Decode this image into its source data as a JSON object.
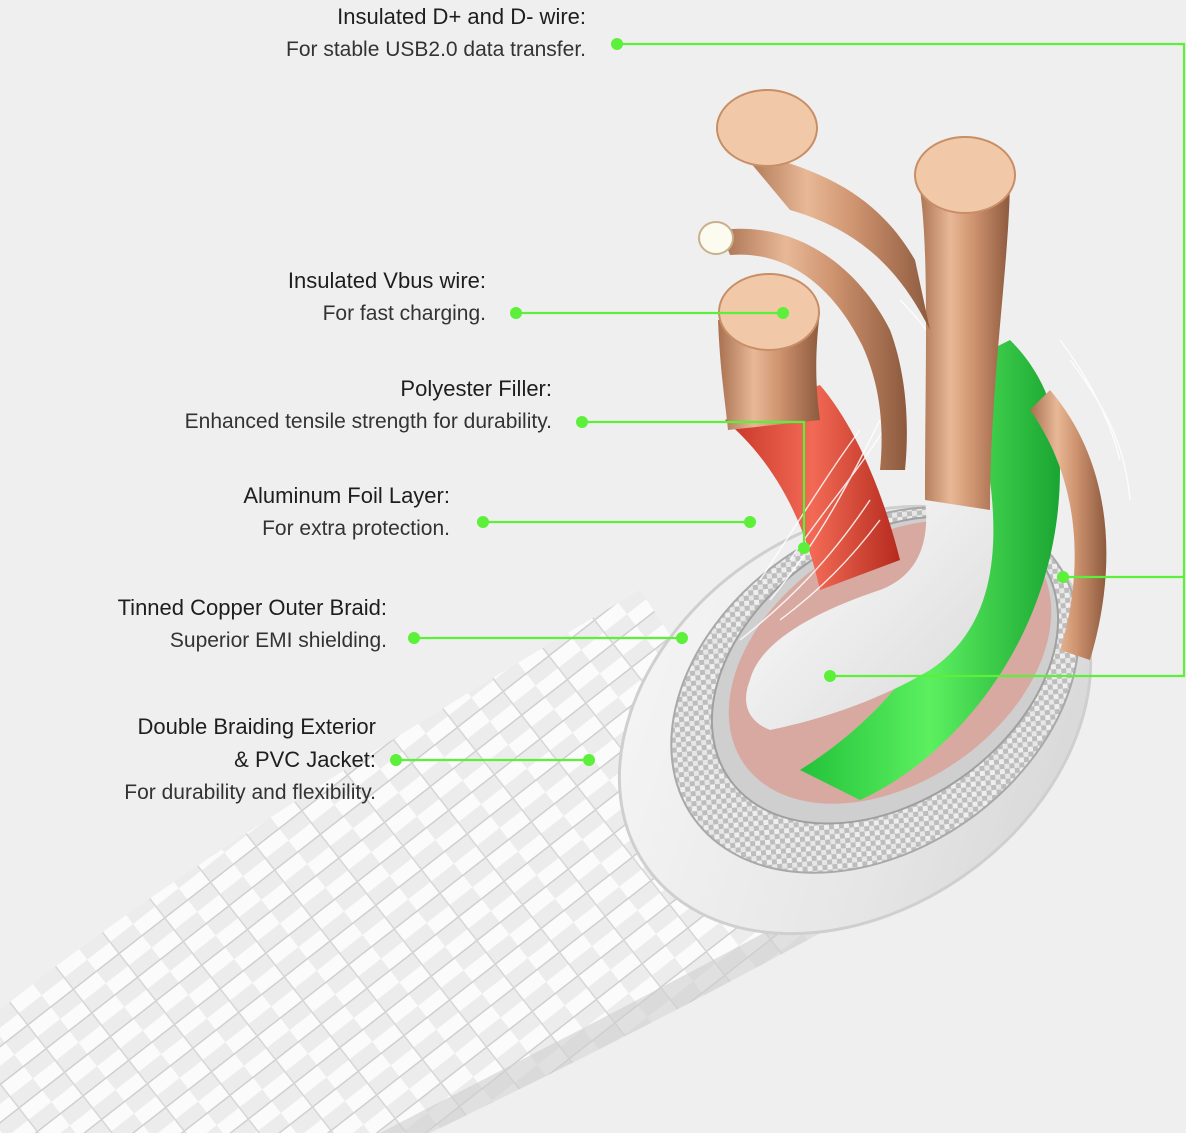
{
  "colors": {
    "background": "#efefef",
    "callout": "#5df03a",
    "copper": "#d8a27c",
    "copper_face": "#f2c9a8",
    "green_insulation": "#3fe34a",
    "red_insulation": "#e8513e",
    "white_insulation": "#f7f7f7",
    "braid": "#e3e3e3"
  },
  "callouts": [
    {
      "id": "data-wire",
      "title": "Insulated D+ and D- wire:",
      "desc": "For stable USB2.0 data transfer."
    },
    {
      "id": "vbus-wire",
      "title": "Insulated Vbus wire:",
      "desc": "For fast charging."
    },
    {
      "id": "polyester-filler",
      "title": "Polyester Filler:",
      "desc": "Enhanced tensile strength for durability."
    },
    {
      "id": "foil-layer",
      "title": "Aluminum Foil Layer:",
      "desc": "For extra protection."
    },
    {
      "id": "outer-braid",
      "title": "Tinned Copper Outer Braid:",
      "desc": "Superior EMI shielding."
    },
    {
      "id": "double-braiding",
      "title": "Double Braiding Exterior",
      "title2": "& PVC Jacket:",
      "desc": "For durability and flexibility."
    }
  ]
}
